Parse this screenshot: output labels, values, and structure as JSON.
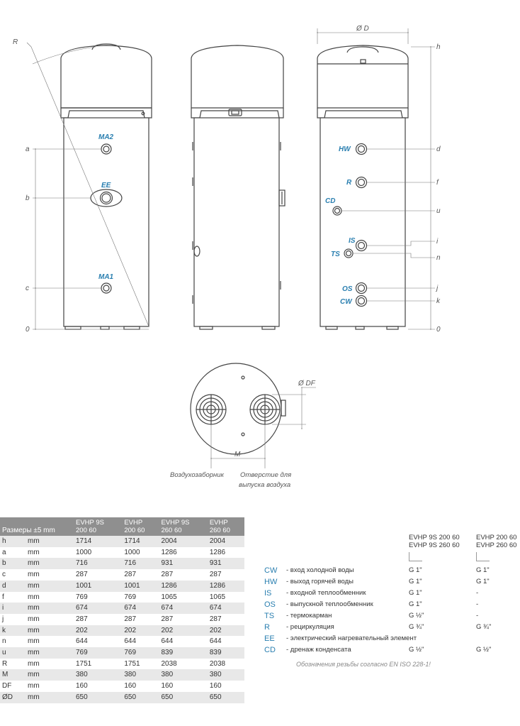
{
  "drawing_labels": {
    "R": "R",
    "D": "Ø D",
    "DF": "Ø DF",
    "M": "M",
    "h": "h",
    "d": "d",
    "f": "f",
    "u": "u",
    "i": "i",
    "n": "n",
    "j": "j",
    "k": "k",
    "zero_left": "0",
    "zero_right": "0",
    "a": "a",
    "b": "b",
    "c": "c"
  },
  "port_labels": {
    "MA2": "MA2",
    "EE": "EE",
    "MA1": "MA1",
    "HW": "HW",
    "R": "R",
    "CD": "CD",
    "IS": "IS",
    "TS": "TS",
    "OS": "OS",
    "CW": "CW"
  },
  "top_view": {
    "air_intake": "Воздухозаборник",
    "air_outlet_line1": "Отверстие для",
    "air_outlet_line2": "выпуска воздуха"
  },
  "dimensions_table": {
    "header": [
      "Размеры ±5 mm",
      "",
      "EVHP 9S 200 60",
      "EVHP 200 60",
      "EVHP 9S 260 60",
      "EVHP 260 60"
    ],
    "header_lines": [
      [
        "EVHP 9S",
        "200 60"
      ],
      [
        "EVHP",
        "200 60"
      ],
      [
        "EVHP 9S",
        "260 60"
      ],
      [
        "EVHP",
        "260 60"
      ]
    ],
    "rows": [
      [
        "h",
        "mm",
        "1714",
        "1714",
        "2004",
        "2004"
      ],
      [
        "a",
        "mm",
        "1000",
        "1000",
        "1286",
        "1286"
      ],
      [
        "b",
        "mm",
        "716",
        "716",
        "931",
        "931"
      ],
      [
        "c",
        "mm",
        "287",
        "287",
        "287",
        "287"
      ],
      [
        "d",
        "mm",
        "1001",
        "1001",
        "1286",
        "1286"
      ],
      [
        "f",
        "mm",
        "769",
        "769",
        "1065",
        "1065"
      ],
      [
        "i",
        "mm",
        "674",
        "674",
        "674",
        "674"
      ],
      [
        "j",
        "mm",
        "287",
        "287",
        "287",
        "287"
      ],
      [
        "k",
        "mm",
        "202",
        "202",
        "202",
        "202"
      ],
      [
        "n",
        "mm",
        "644",
        "644",
        "644",
        "644"
      ],
      [
        "u",
        "mm",
        "769",
        "769",
        "839",
        "839"
      ],
      [
        "R",
        "mm",
        "1751",
        "1751",
        "2038",
        "2038"
      ],
      [
        "M",
        "mm",
        "380",
        "380",
        "380",
        "380"
      ],
      [
        "DF",
        "mm",
        "160",
        "160",
        "160",
        "160"
      ],
      [
        "ØD",
        "mm",
        "650",
        "650",
        "650",
        "650"
      ]
    ]
  },
  "connections": {
    "col1_header": [
      "EVHP 9S 200 60",
      "EVHP 9S 260 60"
    ],
    "col2_header": [
      "EVHP 200 60",
      "EVHP 260 60"
    ],
    "rows": [
      {
        "code": "CW",
        "desc": "- вход холодной воды",
        "v1": "G 1\"",
        "v2": "G 1\""
      },
      {
        "code": "HW",
        "desc": "- выход горячей воды",
        "v1": "G 1\"",
        "v2": "G 1\""
      },
      {
        "code": "IS",
        "desc": "- входной теплообменник",
        "v1": "G 1\"",
        "v2": "-"
      },
      {
        "code": "OS",
        "desc": "- выпускной теплообменник",
        "v1": "G 1\"",
        "v2": "-"
      },
      {
        "code": "TS",
        "desc": "- термокарман",
        "v1": "G ½\"",
        "v2": "-"
      },
      {
        "code": "R",
        "desc": "- рециркуляция",
        "v1": "G ¾\"",
        "v2": "G ¾\""
      },
      {
        "code": "EE",
        "desc": "- электрический нагревательный элемент",
        "v1": "",
        "v2": ""
      },
      {
        "code": "CD",
        "desc": "- дренаж конденсата",
        "v1": "G ½\"",
        "v2": "G ½\""
      }
    ],
    "note": "Обозначения резьбы согласно EN ISO 228-1!"
  },
  "colors": {
    "accent": "#2a7fb0",
    "table_header": "#8f8f8f",
    "stripe": "#e8e8e8"
  }
}
